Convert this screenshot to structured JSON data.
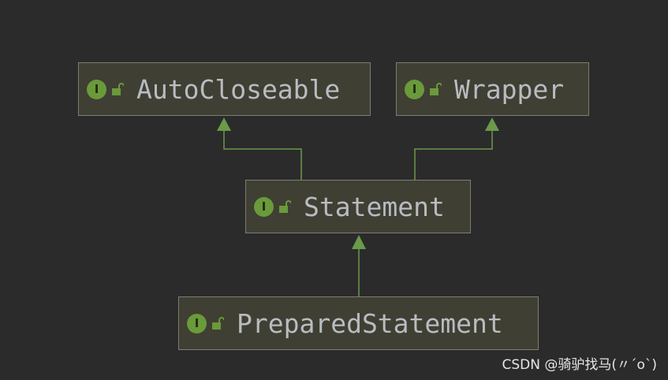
{
  "diagram": {
    "nodes": [
      {
        "id": "autocloseable",
        "label": "AutoCloseable",
        "badge": "I"
      },
      {
        "id": "wrapper",
        "label": "Wrapper",
        "badge": "I"
      },
      {
        "id": "statement",
        "label": "Statement",
        "badge": "I"
      },
      {
        "id": "preparedstatement",
        "label": "PreparedStatement",
        "badge": "I"
      }
    ],
    "edges": [
      {
        "from": "statement",
        "to": "autocloseable"
      },
      {
        "from": "statement",
        "to": "wrapper"
      },
      {
        "from": "preparedstatement",
        "to": "statement"
      }
    ],
    "icons": {
      "badge": "interface-icon",
      "access": "unlock-icon"
    },
    "colors": {
      "background": "#2b2b2b",
      "node_fill": "#3f3f34",
      "node_border": "#7d7d72",
      "edge": "#6a9a4a",
      "badge": "#6a9a3a",
      "text": "#b9bcc0"
    }
  },
  "watermark": "CSDN @骑驴找马(〃´o`)"
}
